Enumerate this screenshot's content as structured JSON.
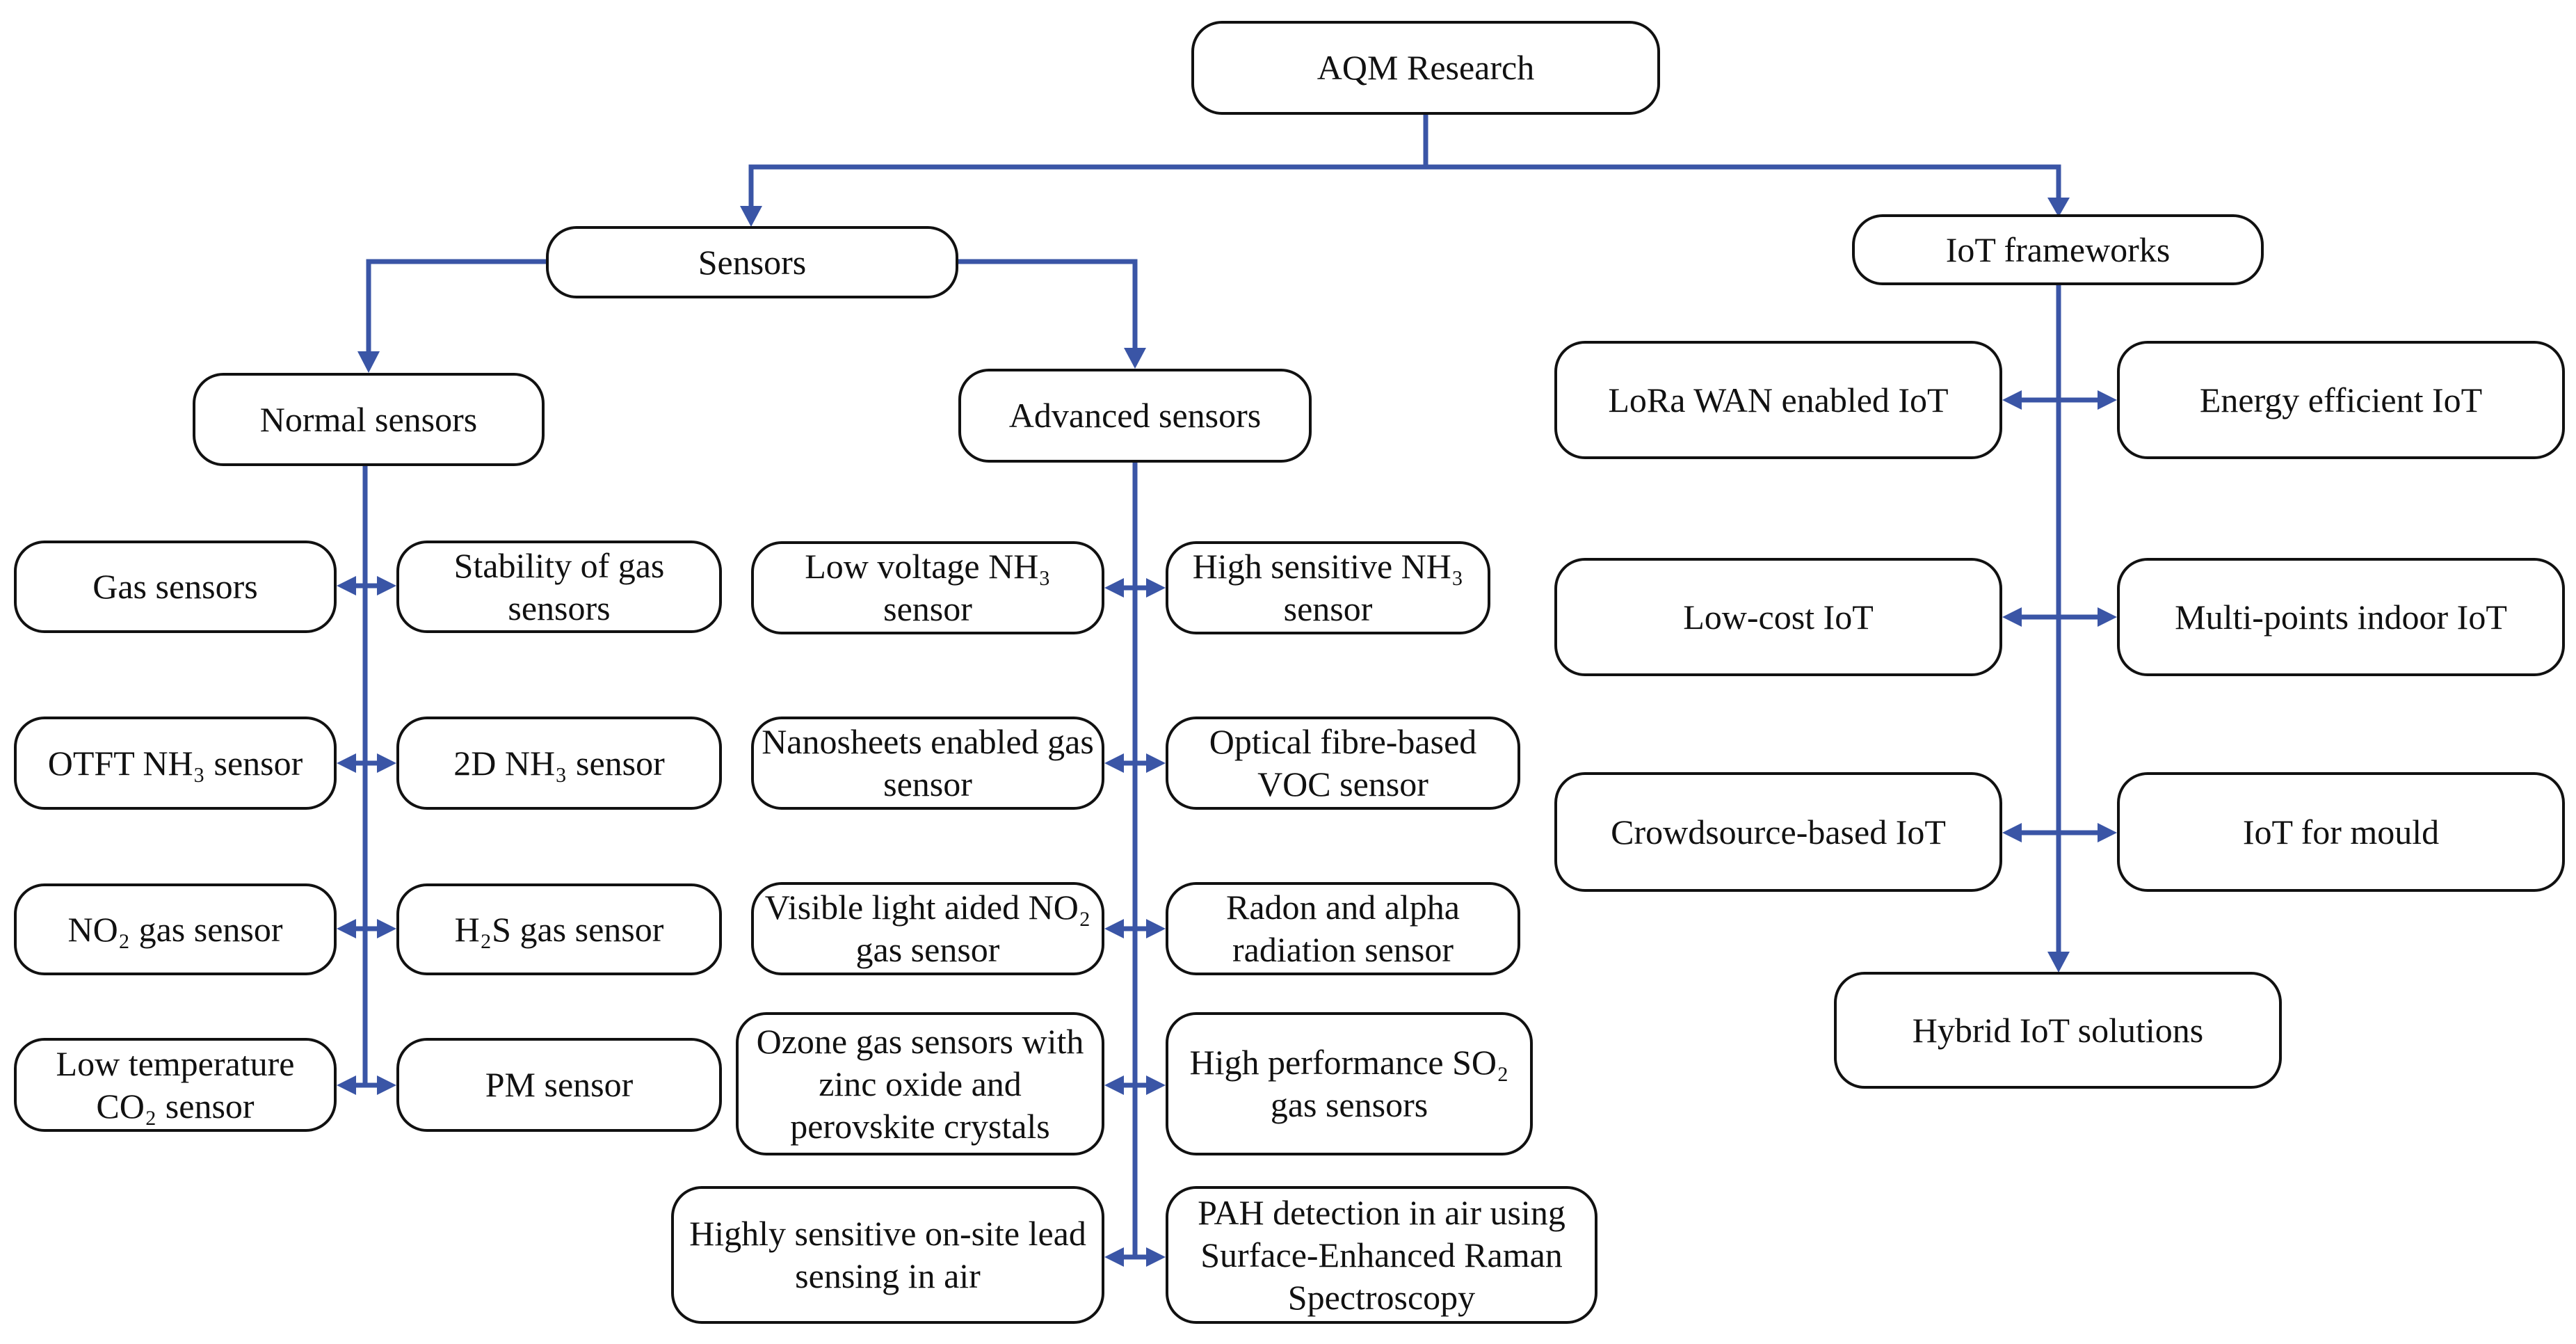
{
  "root": {
    "label": "AQM Research"
  },
  "sensors": {
    "label": "Sensors",
    "normal": {
      "label": "Normal sensors",
      "items": [
        "Gas sensors",
        "Stability of gas sensors",
        "OTFT NH₃ sensor",
        "2D NH₃ sensor",
        "NO₂ gas sensor",
        "H₂S gas sensor",
        "Low temperature CO₂ sensor",
        "PM sensor"
      ]
    },
    "advanced": {
      "label": "Advanced sensors",
      "items": [
        "Low voltage NH₃ sensor",
        "High sensitive NH₃ sensor",
        "Nanosheets enabled gas sensor",
        "Optical fibre-based VOC sensor",
        "Visible light aided NO₂ gas sensor",
        "Radon and alpha radiation sensor",
        "Ozone gas sensors with zinc oxide and perovskite crystals",
        "High performance SO₂ gas sensors",
        "Highly sensitive on-site lead sensing in air",
        "PAH detection in air using Surface-Enhanced Raman Spectroscopy"
      ]
    }
  },
  "iot": {
    "label": "IoT frameworks",
    "items": [
      "LoRa WAN enabled IoT",
      "Energy efficient IoT",
      "Low-cost IoT",
      "Multi-points indoor IoT",
      "Crowdsource-based IoT",
      "IoT for mould",
      "Hybrid IoT solutions"
    ]
  },
  "colors": {
    "connector": "#3a55a6",
    "border": "#111111",
    "text": "#111111"
  }
}
